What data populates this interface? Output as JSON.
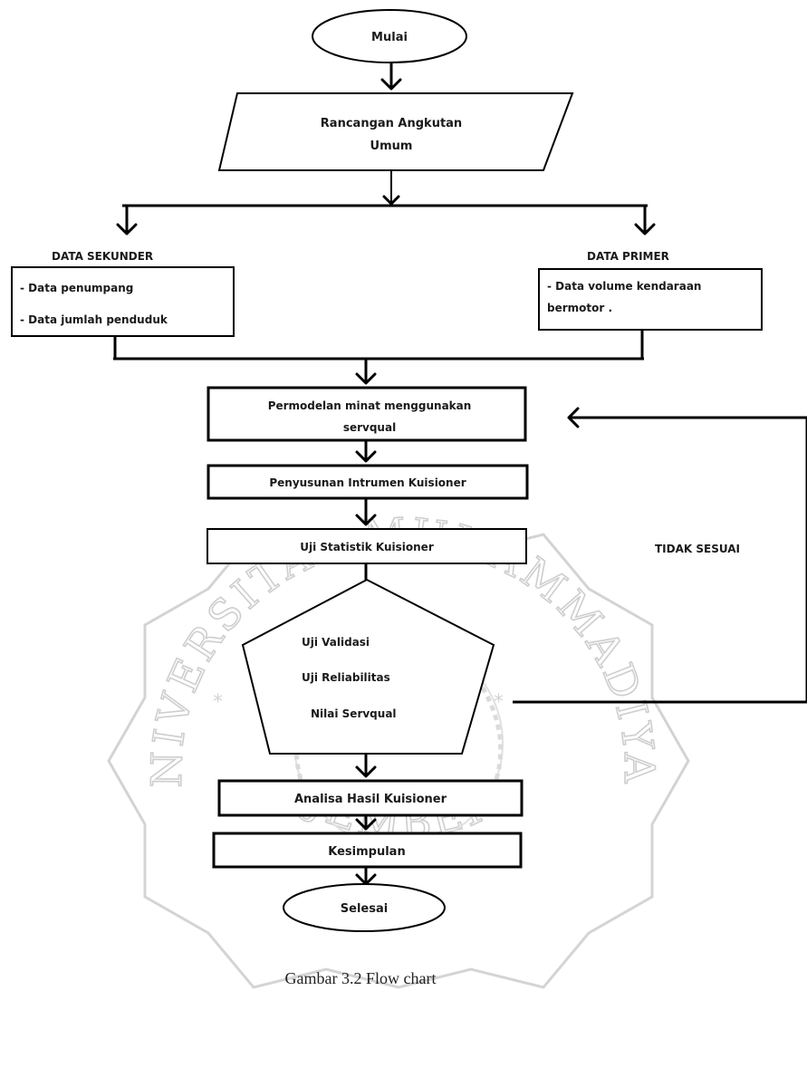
{
  "diagram": {
    "start": "Mulai",
    "input_lines": [
      "Rancangan Angkutan",
      "Umum"
    ],
    "secondary_title": "DATA SEKUNDER",
    "secondary_items": [
      "- Data penumpang",
      "- Data jumlah  penduduk"
    ],
    "primary_title": "DATA PRIMER",
    "primary_items": [
      "- Data volume kendaraan",
      "bermotor ."
    ],
    "modeling_lines": [
      "Permodelan minat menggunakan",
      "servqual"
    ],
    "instrument": "Penyusunan Intrumen Kuisioner",
    "stat_test": "Uji Statistik Kuisioner",
    "decision_items": [
      "Uji Validasi",
      "Uji Reliabilitas",
      "Nilai Servqual"
    ],
    "loop_label": "TIDAK SESUAI",
    "analysis": "Analisa Hasil Kuisioner",
    "conclusion": "Kesimpulan",
    "end": "Selesai"
  },
  "watermark": {
    "upper_text": "UNIVERSITAS MUHAMMADIYAH",
    "lower_text": "JEMBER"
  },
  "caption": "Gambar 3.2 Flow chart"
}
